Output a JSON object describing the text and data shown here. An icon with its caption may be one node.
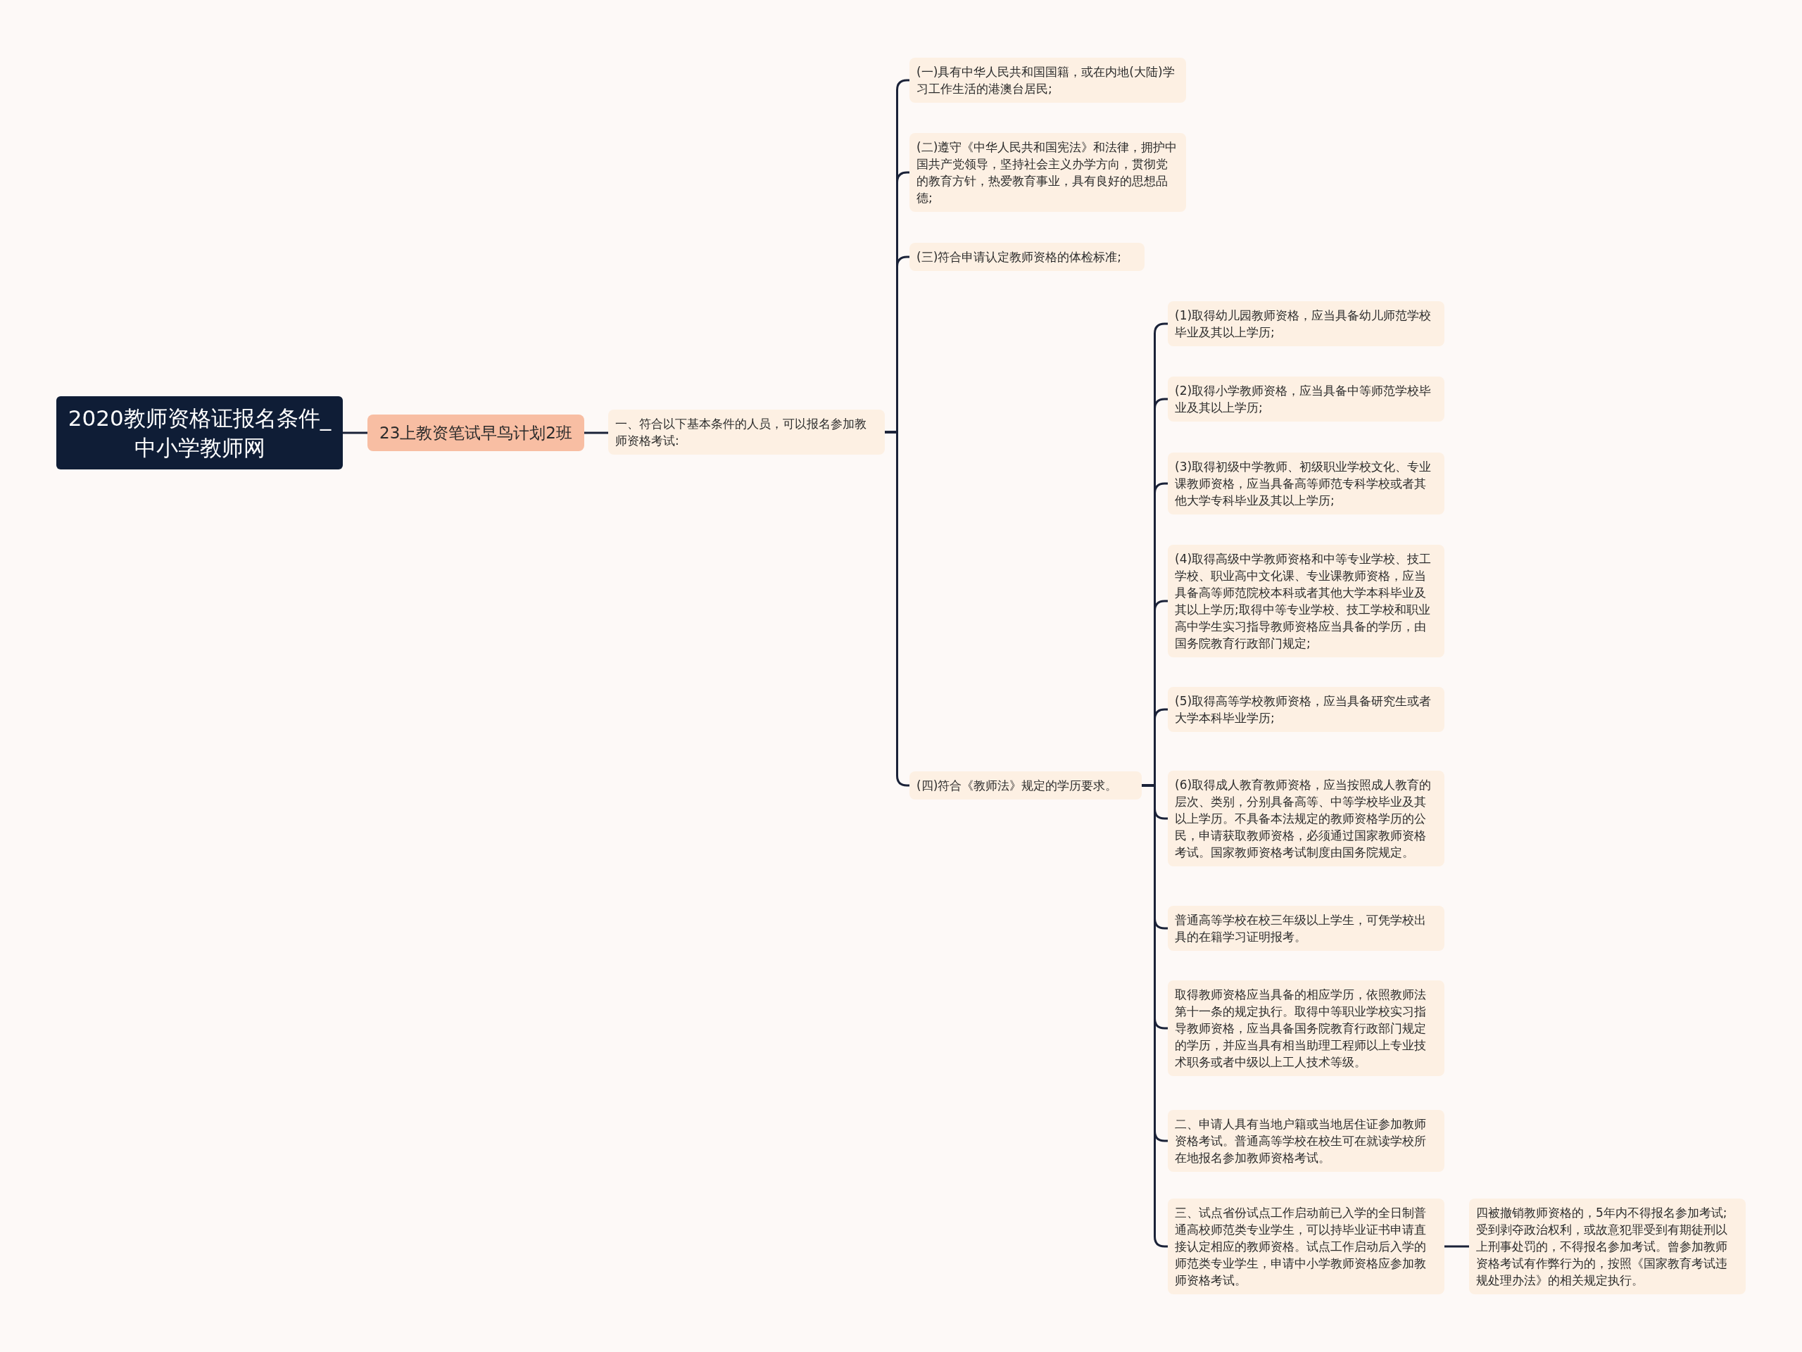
{
  "diagram": {
    "nodes": [
      {
        "text": [
          "2020教师资格证报名条件_中小学教师网"
        ]
      },
      {
        "text": [
          "23上教资笔试早鸟计划2班"
        ]
      },
      {
        "text": [
          "一、符合以下基本条件的人员，可以报名参加教师资格考试:"
        ]
      },
      {
        "text": [
          "(一)具有中华人民共和国国籍，或在内地(大陆)学习工作生活的港澳台居民;"
        ]
      },
      {
        "text": [
          "(二)遵守《中华人民共和国宪法》和法律，拥护中国共产党领导，坚持社会主义办学方向，贯彻党的教育方针，热爱教育事业，具有良好的思想品德;"
        ]
      },
      {
        "text": [
          "(三)符合申请认定教师资格的体检标准;"
        ]
      },
      {
        "text": [
          "(四)符合《教师法》规定的学历要求。"
        ]
      },
      {
        "text": [
          "(1)取得幼儿园教师资格，应当具备幼儿师范学校毕业及其以上学历;"
        ]
      },
      {
        "text": [
          "(2)取得小学教师资格，应当具备中等师范学校毕业及其以上学历;"
        ]
      },
      {
        "text": [
          "(3)取得初级中学教师、初级职业学校文化、专业课教师资格，应当具备高等师范专科学校或者其他大学专科毕业及其以上学历;"
        ]
      },
      {
        "text": [
          "(4)取得高级中学教师资格和中等专业学校、技工学校、职业高中文化课、专业课教师资格，应当具备高等师范院校本科或者其他大学本科毕业及其以上学历;取得中等专业学校、技工学校和职业高中学生实习指导教师资格应当具备的学历，由国务院教育行政部门规定;"
        ]
      },
      {
        "text": [
          "(5)取得高等学校教师资格，应当具备研究生或者大学本科毕业学历;"
        ]
      },
      {
        "text": [
          "(6)取得成人教育教师资格，应当按照成人教育的层次、类别，分别具备高等、中等学校毕业及其以上学历。不具备本法规定的教师资格学历的公民，申请获取教师资格，必须通过国家教师资格考试。国家教师资格考试制度由国务院规定。"
        ]
      },
      {
        "text": [
          "普通高等学校在校三年级以上学生，可凭学校出具的在籍学习证明报考。"
        ]
      },
      {
        "text": [
          "取得教师资格应当具备的相应学历，依照教师法第十一条的规定执行。取得中等职业学校实习指导教师资格，应当具备国务院教育行政部门规定的学历，并应当具有相当助理工程师以上专业技术职务或者中级以上工人技术等级。"
        ]
      },
      {
        "text": [
          "二、申请人具有当地户籍或当地居住证参加教师资格考试。普通高等学校在校生可在就读学校所在地报名参加教师资格考试。"
        ]
      },
      {
        "text": [
          "三、试点省份试点工作启动前已入学的全日制普通高校师范类专业学生，可以持毕业证书申请直接认定相应的教师资格。试点工作启动后入学的师范类专业学生，申请中小学教师资格应参加教师资格考试。"
        ]
      },
      {
        "text": [
          "四被撤销教师资格的，5年内不得报名参加考试;受到剥夺政治权利，或故意犯罪受到有期徒刑以上刑事处罚的，不得报名参加考试。曾参加教师资格考试有作弊行为的，按照《国家教育考试违规处理办法》的相关规定执行。"
        ]
      }
    ],
    "edges": [
      {
        "from": 0,
        "to": 1,
        "arrow": "none"
      },
      {
        "from": 1,
        "to": 2,
        "arrow": "none"
      },
      {
        "from": 2,
        "to": 3,
        "arrow": "none"
      },
      {
        "from": 2,
        "to": 4,
        "arrow": "none"
      },
      {
        "from": 2,
        "to": 5,
        "arrow": "none"
      },
      {
        "from": 2,
        "to": 6,
        "arrow": "none"
      },
      {
        "from": 6,
        "to": 7,
        "arrow": "none"
      },
      {
        "from": 6,
        "to": 8,
        "arrow": "none"
      },
      {
        "from": 6,
        "to": 9,
        "arrow": "none"
      },
      {
        "from": 6,
        "to": 10,
        "arrow": "none"
      },
      {
        "from": 6,
        "to": 11,
        "arrow": "none"
      },
      {
        "from": 6,
        "to": 12,
        "arrow": "none"
      },
      {
        "from": 6,
        "to": 13,
        "arrow": "none"
      },
      {
        "from": 6,
        "to": 14,
        "arrow": "none"
      },
      {
        "from": 6,
        "to": 15,
        "arrow": "none"
      },
      {
        "from": 6,
        "to": 16,
        "arrow": "none"
      },
      {
        "from": 16,
        "to": 17,
        "arrow": "none"
      }
    ]
  }
}
